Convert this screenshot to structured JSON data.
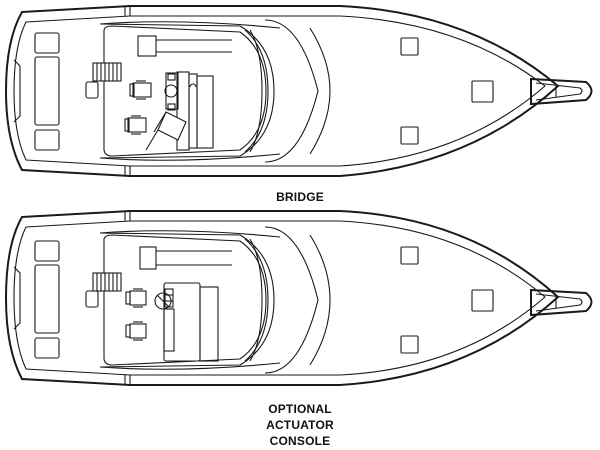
{
  "diagrams": [
    {
      "id": "bridge",
      "label_lines": [
        "BRIDGE"
      ],
      "console_variant": "standard"
    },
    {
      "id": "optional-actuator-console",
      "label_lines": [
        "OPTIONAL",
        "ACTUATOR",
        "CONSOLE"
      ],
      "console_variant": "actuator"
    }
  ],
  "colors": {
    "line": "#1a1a1a",
    "background": "#ffffff"
  }
}
